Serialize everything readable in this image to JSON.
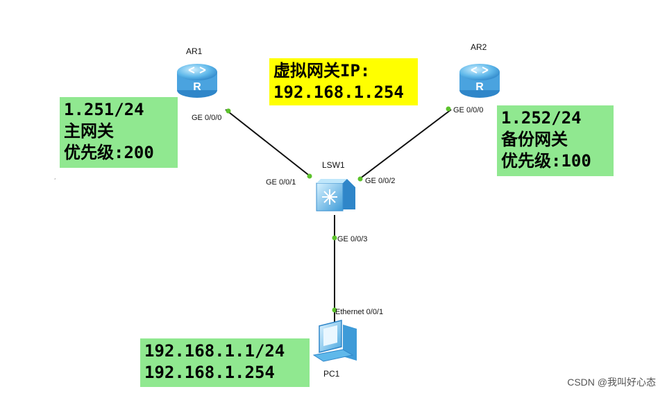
{
  "devices": {
    "ar1": {
      "name": "AR1",
      "port": "GE 0/0/0"
    },
    "ar2": {
      "name": "AR2",
      "port": "GE 0/0/0"
    },
    "lsw1": {
      "name": "LSW1",
      "ports": {
        "p1": "GE 0/0/1",
        "p2": "GE 0/0/2",
        "p3": "GE 0/0/3"
      }
    },
    "pc1": {
      "name": "PC1",
      "port": "Ethernet 0/0/1"
    }
  },
  "notes": {
    "ar1": [
      "1.251/24",
      "主网关",
      "优先级:200"
    ],
    "ar2": [
      "1.252/24",
      "备份网关",
      "优先级:100"
    ],
    "vip": [
      "虚拟网关IP:",
      "192.168.1.254"
    ],
    "pc1": [
      "192.168.1.1/24",
      "192.168.1.254"
    ]
  },
  "watermark": "CSDN @我叫好心态",
  "colors": {
    "note_green": "#90e890",
    "note_yellow": "#ffff00",
    "link_dot": "#5cc22b",
    "device_blue": "#4aa8e0"
  },
  "icons": {
    "router": "router-icon",
    "switch": "switch-icon",
    "pc": "pc-icon"
  }
}
